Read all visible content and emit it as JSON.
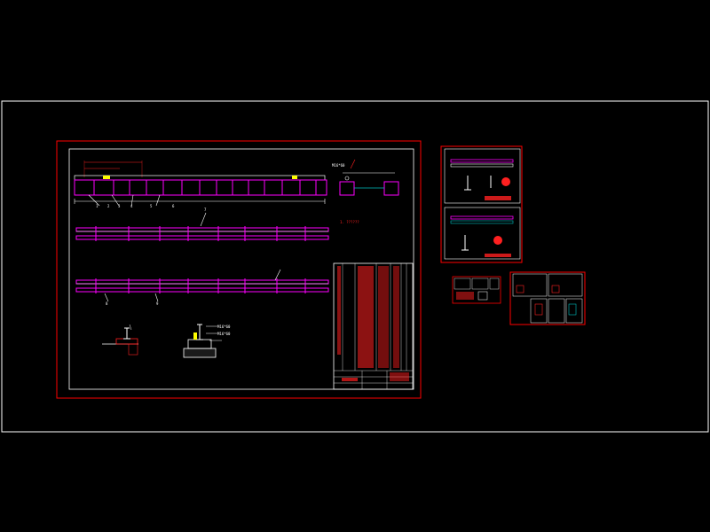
{
  "colors": {
    "background": "#000000",
    "frame": "#ffffff",
    "border": "#ff0000",
    "rail": "#ff00ff",
    "dimension": "#ffffff",
    "annotation": "#ff2020",
    "highlight": "#ffff00",
    "cyan": "#00c0c0"
  },
  "main_sheet": {
    "note_label": "1. ??????",
    "detail_tag": "??",
    "callouts": [
      "1",
      "2",
      "3",
      "4",
      "5",
      "6",
      "7",
      "8",
      "9"
    ],
    "elev_labels": [
      "M16*60",
      "M16*60",
      "M16*60"
    ]
  }
}
